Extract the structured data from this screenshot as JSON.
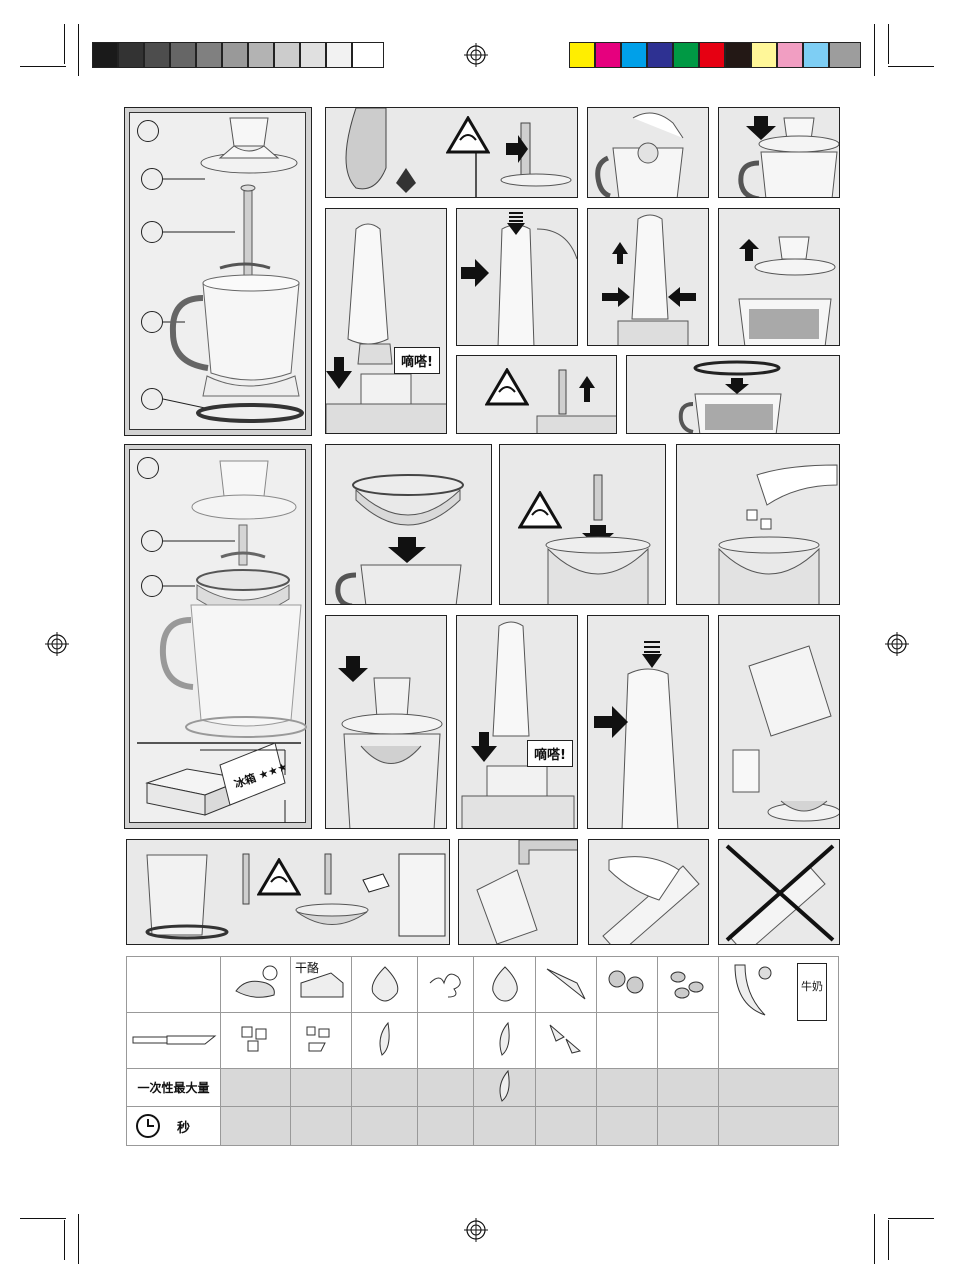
{
  "colors": {
    "gray_scale": [
      "#1a1a1a",
      "#333333",
      "#4d4d4d",
      "#666666",
      "#808080",
      "#999999",
      "#b3b3b3",
      "#cccccc",
      "#e0e0e0",
      "#f2f2f2",
      "#ffffff"
    ],
    "process": [
      "#ffee00",
      "#e6007e",
      "#00a0e9",
      "#2e3192",
      "#009944",
      "#e60012",
      "#231815",
      "#fff799",
      "#f19ec2",
      "#7ecef4",
      "#9d9d9d"
    ],
    "panel_bg": "#e9e9e9",
    "panel_dark": "#d2d2d2"
  },
  "labels": {
    "click_1": "嘀嗒!",
    "click_2": "嘀嗒!",
    "fridge_label": "冰箱 ★★★"
  },
  "food_table": {
    "cheese_label": "干酪",
    "milk_label": "牛奶",
    "max_qty_label": "一次性最大量",
    "seconds_label": "秒",
    "icons_row1": [
      "meat-icon",
      "cheese-icon",
      "onion-icon",
      "herbs-icon",
      "garlic-icon",
      "carrot-icon",
      "nuts-icon",
      "almonds-icon",
      "fruit-milk-icon"
    ],
    "icons_row2": [
      "knife-icon",
      "cubes-icon",
      "cheese-pieces-icon",
      "onion-slice-icon",
      "",
      "garlic-clove-icon",
      "carrot-pieces-icon",
      "",
      "",
      ""
    ]
  }
}
